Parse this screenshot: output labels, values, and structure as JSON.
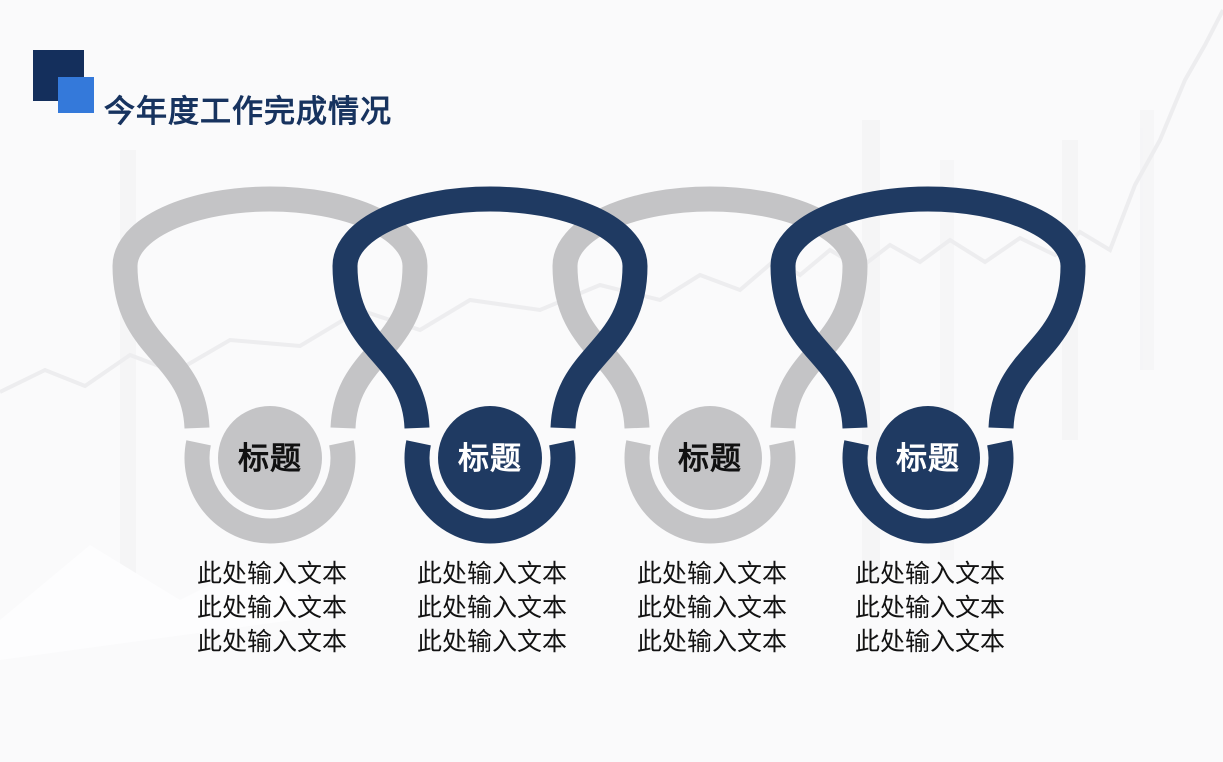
{
  "slide": {
    "title": "今年度工作完成情况"
  },
  "units": [
    {
      "label": "标题",
      "color_name": "gray",
      "fill": "#C4C4C6",
      "label_color": "#111111",
      "lines": [
        "此处输入文本",
        "此处输入文本",
        "此处输入文本"
      ]
    },
    {
      "label": "标题",
      "color_name": "navy",
      "fill": "#1F3A62",
      "label_color": "#FFFFFF",
      "lines": [
        "此处输入文本",
        "此处输入文本",
        "此处输入文本"
      ]
    },
    {
      "label": "标题",
      "color_name": "gray",
      "fill": "#C4C4C6",
      "label_color": "#111111",
      "lines": [
        "此处输入文本",
        "此处输入文本",
        "此处输入文本"
      ]
    },
    {
      "label": "标题",
      "color_name": "navy",
      "fill": "#1F3A62",
      "label_color": "#FFFFFF",
      "lines": [
        "此处输入文本",
        "此处输入文本",
        "此处输入文本"
      ]
    }
  ],
  "colors": {
    "navy": "#1F3A62",
    "gray": "#C4C4C6",
    "title_text": "#17335F",
    "square_dark": "#142F5C",
    "square_light": "#3479DA",
    "body_text": "#121212",
    "background": "#FAFAFB",
    "decor_line": "#ECECEF"
  }
}
